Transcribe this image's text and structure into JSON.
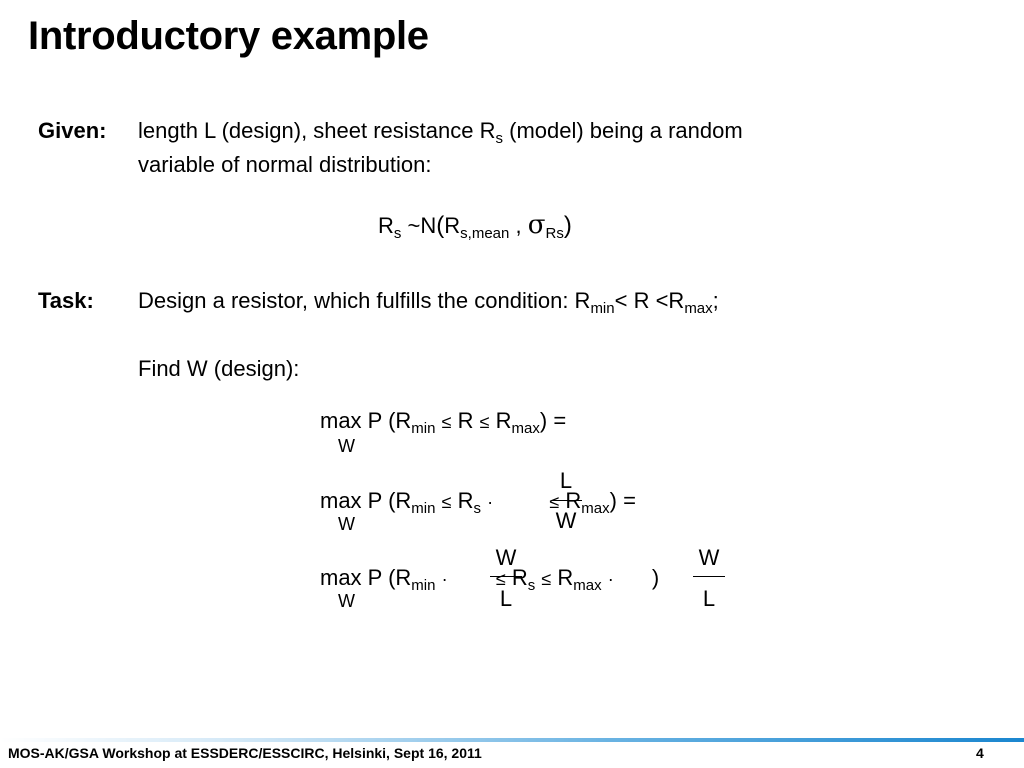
{
  "title": "Introductory example",
  "given": {
    "label": "Given:",
    "line1_a": "length L (design), sheet resistance R",
    "line1_sub": "s",
    "line1_b": " (model) being a random",
    "line2": "variable of normal distribution:"
  },
  "distribution": {
    "rs": "R",
    "rs_sub": "s",
    "tilde_n": "~N",
    "open": "(",
    "r": "R",
    "mean_sub": "s,mean",
    "comma": ",",
    "sigma": "σ",
    "sigma_sub": "Rs",
    "close": ")"
  },
  "task": {
    "label": "Task:",
    "text_a": "Design a resistor, which fulfills the condition: R",
    "min_sub": "min",
    "text_b": "< R <R",
    "max_sub": "max",
    "text_c": ";"
  },
  "find": "Find W (design):",
  "equations": {
    "max": "max P",
    "w": "W",
    "open": "(",
    "close": ")",
    "eq": "=",
    "leq": "≤",
    "dot": "·",
    "R": "R",
    "min": "min",
    "maxsub": "max",
    "s": "s",
    "L": "L",
    "W": "W"
  },
  "footer": {
    "text": "MOS-AK/GSA Workshop at ESSDERC/ESSCIRC, Helsinki, Sept 16, 2011",
    "page": "4"
  },
  "colors": {
    "footer_rule": "#1a86cf"
  }
}
